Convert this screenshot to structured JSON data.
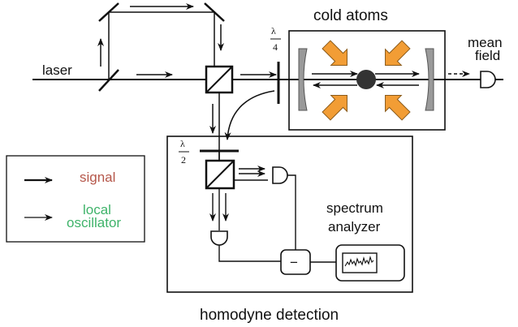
{
  "labels": {
    "laser": "laser",
    "cold_atoms": "cold atoms",
    "mean": "mean",
    "field": "field",
    "lambda": "λ",
    "four": "4",
    "two": "2",
    "spectrum": "spectrum",
    "analyzer": "analyzer",
    "homodyne": "homodyne detection",
    "minus": "−"
  },
  "legend": {
    "signal": "signal",
    "local_line1": "local",
    "local_line2": "oscillator"
  },
  "colors": {
    "signal": "#b5574a",
    "local_oscillator": "#3fb36a",
    "atom_arrows": "#f29d35",
    "mirror": "#9a9a9a",
    "atom": "#333333"
  }
}
